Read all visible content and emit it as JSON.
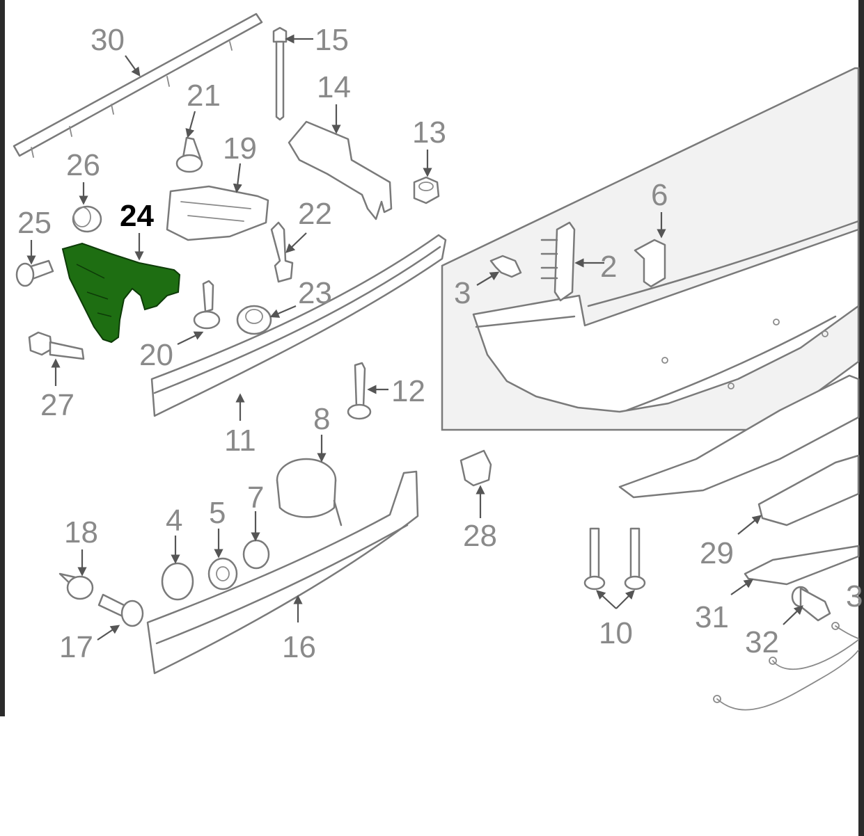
{
  "diagram": {
    "highlighted_part": "24",
    "highlight_color": "#1e6e12",
    "background_color": "#ffffff",
    "frame_color": "#2b2b2b",
    "inset_fill": "#f2f2f2"
  },
  "callouts": {
    "c2": "2",
    "c3": "3",
    "c4": "4",
    "c5": "5",
    "c6": "6",
    "c7": "7",
    "c8": "8",
    "c10": "10",
    "c11": "11",
    "c12": "12",
    "c13": "13",
    "c14": "14",
    "c15": "15",
    "c16": "16",
    "c17": "17",
    "c18": "18",
    "c19": "19",
    "c20": "20",
    "c21": "21",
    "c22": "22",
    "c23": "23",
    "c24": "24",
    "c25": "25",
    "c26": "26",
    "c27": "27",
    "c28": "28",
    "c29": "29",
    "c30": "30",
    "c31": "31",
    "c32": "32",
    "c33": "3"
  }
}
